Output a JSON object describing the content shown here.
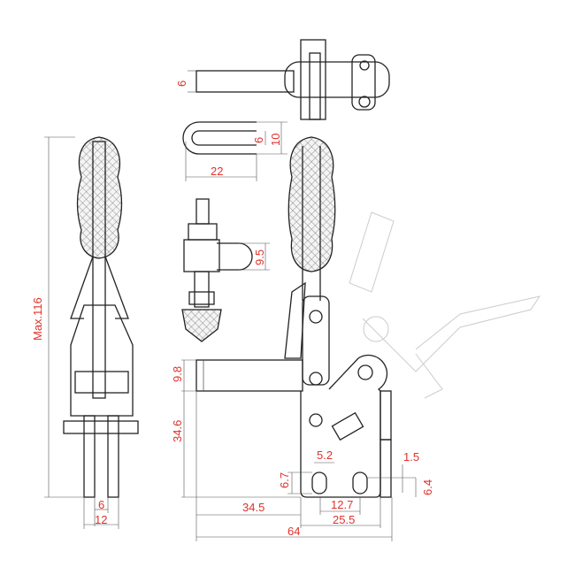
{
  "drawing": {
    "title": "Vertical toggle clamp dimension drawing",
    "colors": {
      "line": "#222222",
      "dimension_text": "#e0322b",
      "watermark": "#cccccc"
    },
    "dimensions": {
      "max_height": "Max.116",
      "front_width_inner": "6",
      "front_width_outer": "12",
      "bar_thickness_top": "6",
      "ubolt_inner": "6",
      "ubolt_outer": "10",
      "ubolt_length": "22",
      "spindle_height": "9.5",
      "arm_height": "9.8",
      "pivot_height": "34.6",
      "slot_height": "6.7",
      "slot_width": "5.2",
      "base_thickness": "1.5",
      "hole_height": "6.4",
      "hole_spacing": "12.7",
      "base_span": "25.5",
      "reach": "34.5",
      "overall_length": "64"
    }
  }
}
